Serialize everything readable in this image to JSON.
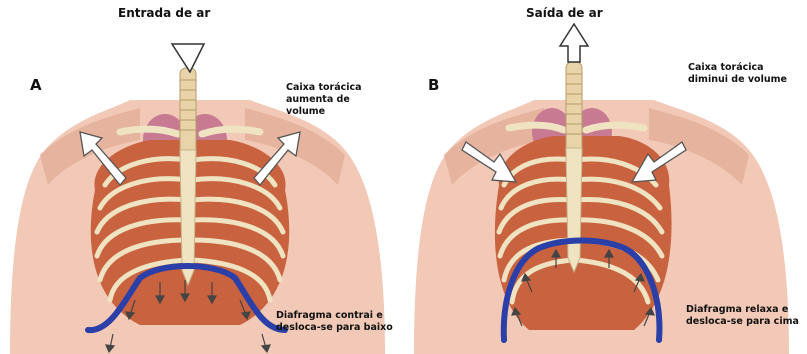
{
  "panels": [
    {
      "letter": "A",
      "title": "Entrada de ar",
      "ribcage_note": "Caixa torácica aumenta de volume",
      "diaphragm_note": "Diafragma contrai e desloca-se para baixo"
    },
    {
      "letter": "B",
      "title": "Saída de ar",
      "ribcage_note": "Caixa torácica diminui de volume",
      "diaphragm_note": "Diafragma relaxa e desloca-se para cima"
    }
  ],
  "colors": {
    "diaphragm": "#2b3fa8",
    "skin": "#f1c9b6",
    "muscle": "#c9623f",
    "bone": "#efe3c2",
    "lung": "#c77a92"
  }
}
